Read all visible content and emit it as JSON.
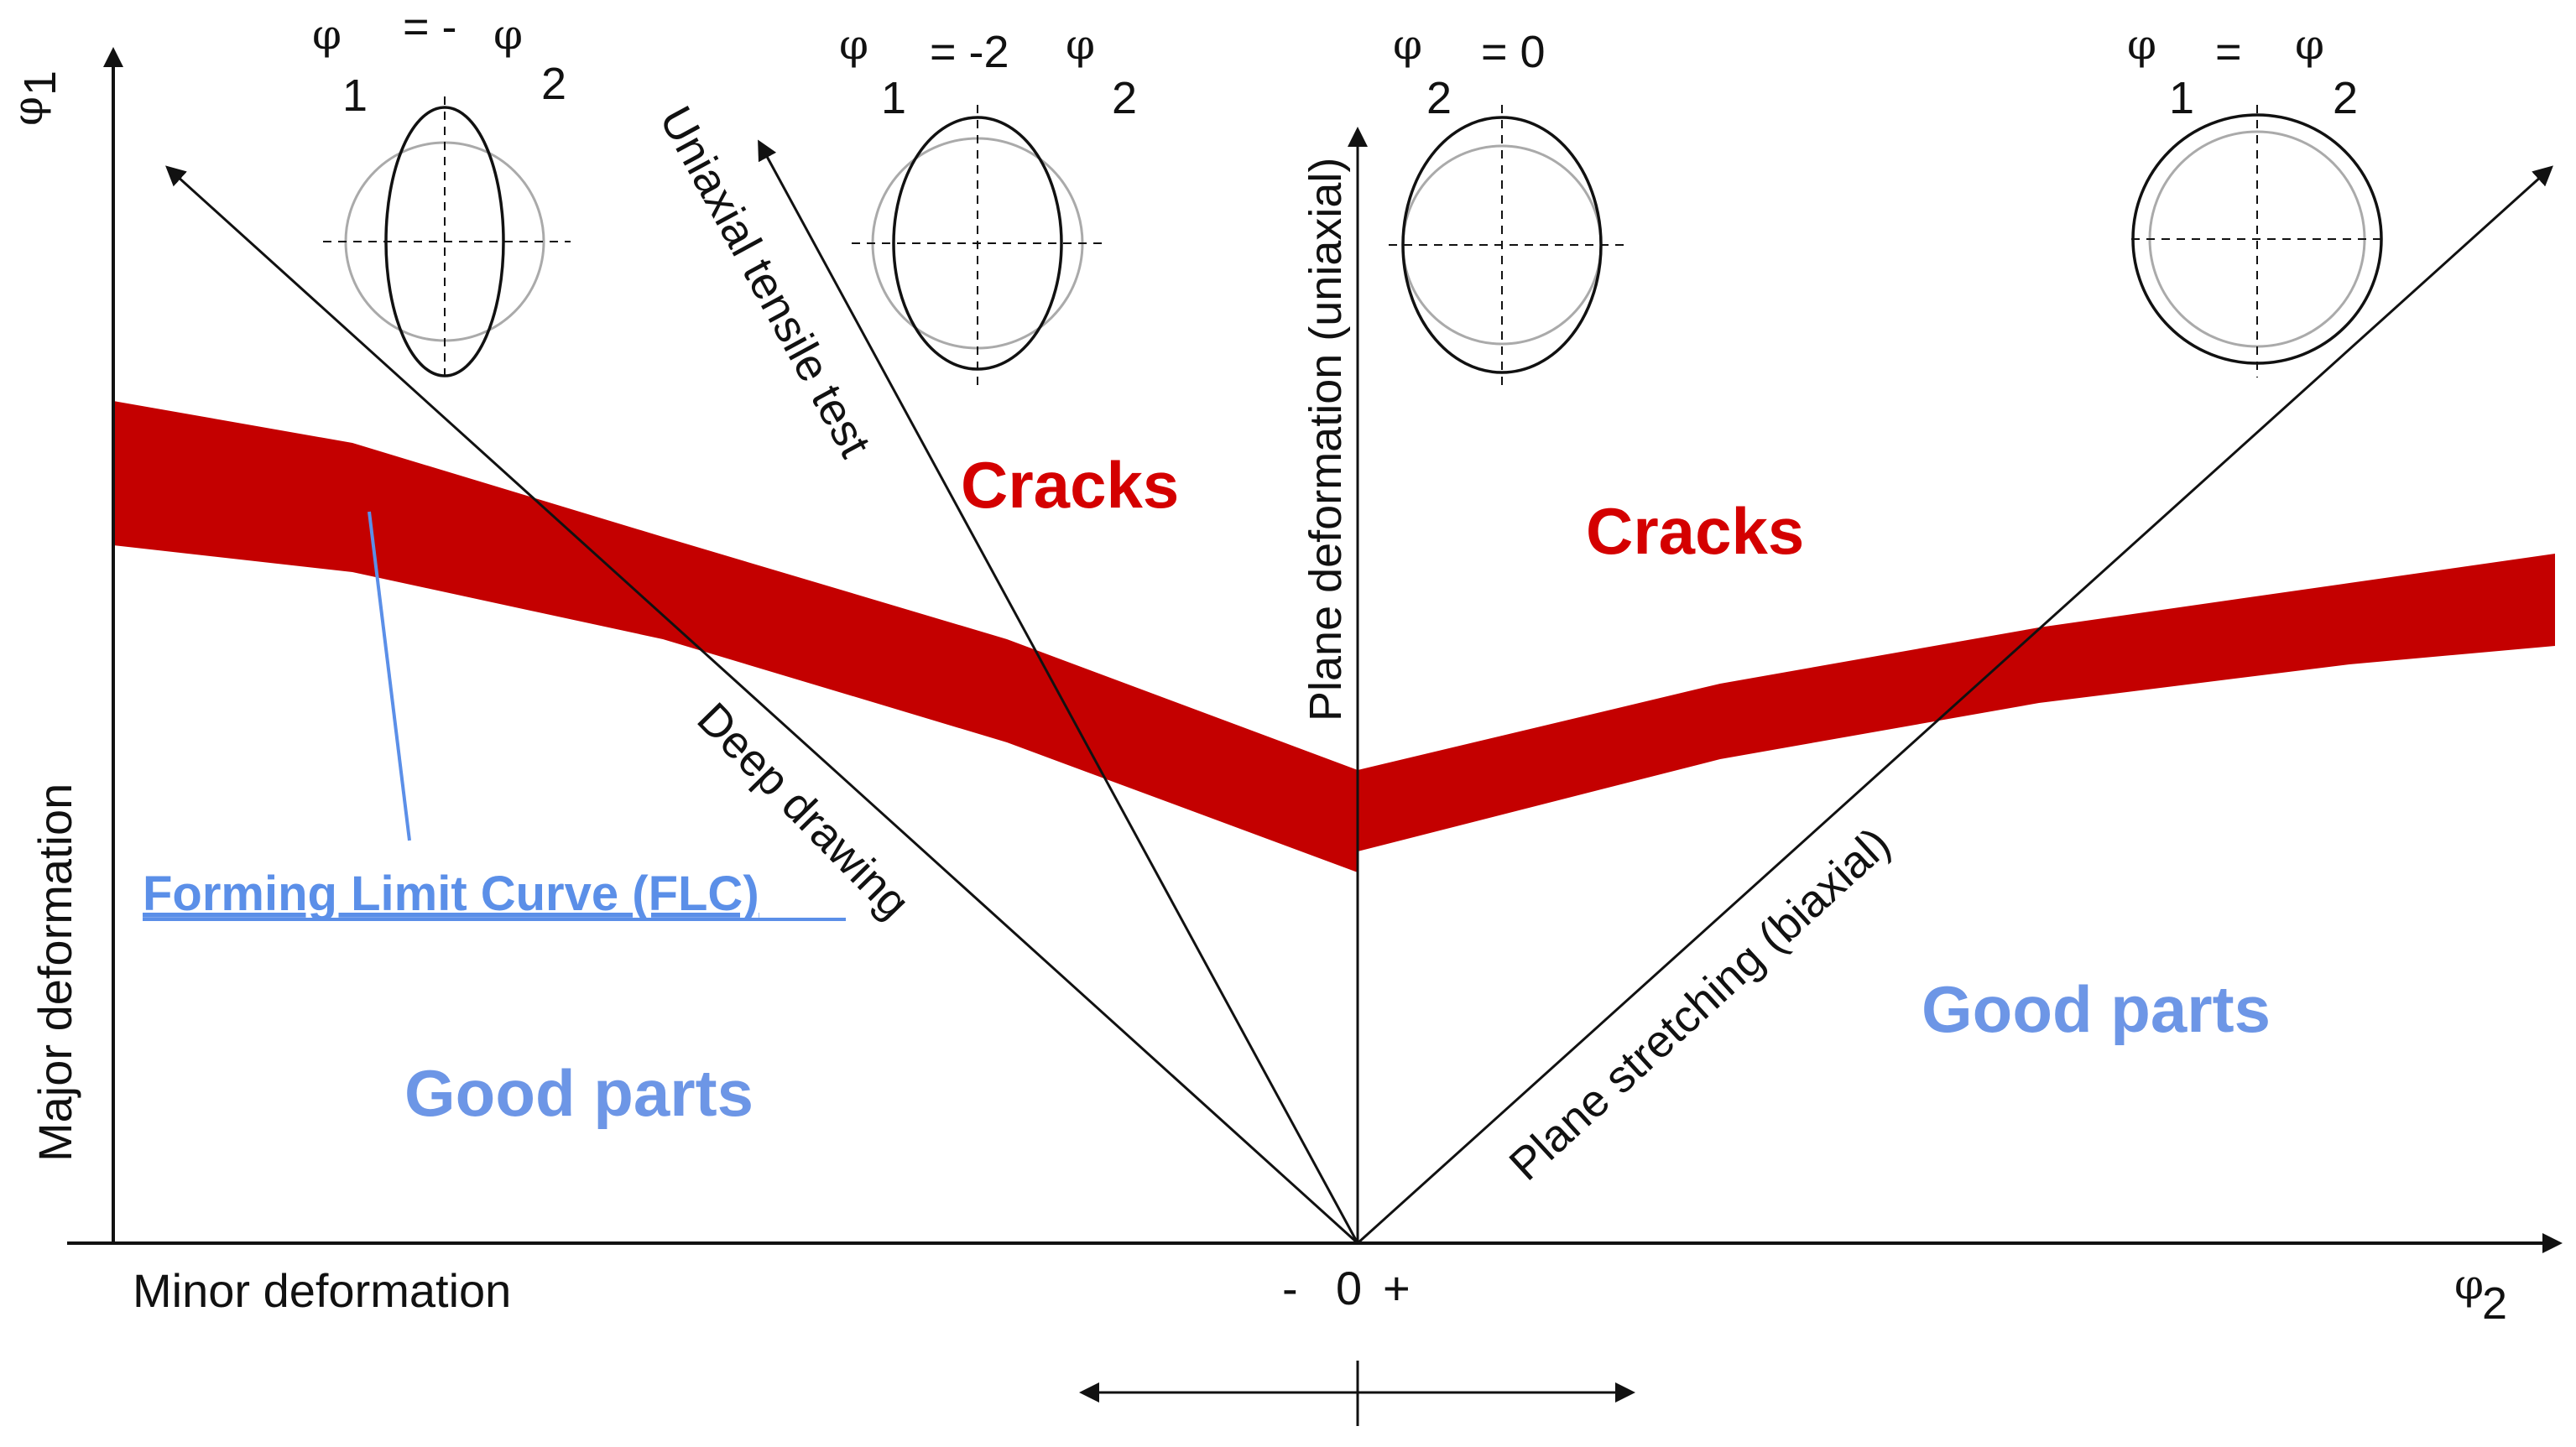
{
  "axes": {
    "y_symbol": "φ",
    "y_subscript": "1",
    "x_symbol": "φ",
    "x_subscript": "2",
    "y_label": "Major deformation",
    "x_label": "Minor deformation",
    "origin_minus": "-",
    "origin_zero": "0",
    "origin_plus": "+"
  },
  "lines": {
    "deep_drawing": "Deep drawing",
    "uniaxial_tensile": "Uniaxial tensile test",
    "plane_deformation": "Plane deformation (uniaxial)",
    "plane_stretching": "Plane stretching (biaxial)"
  },
  "regions": {
    "cracks_left": "Cracks",
    "cracks_right": "Cracks",
    "good_left": "Good parts",
    "good_right": "Good parts"
  },
  "flc_label": "Forming Limit Curve (FLC)",
  "strain_states": [
    {
      "lhs": "φ",
      "lhs_sub": "1",
      "op": "= -",
      "rhs": "φ",
      "rhs_sub": "2"
    },
    {
      "lhs": "φ",
      "lhs_sub": "1",
      "op": "= -2",
      "rhs": "φ",
      "rhs_sub": "2"
    },
    {
      "lhs": "φ",
      "lhs_sub": "2",
      "op": "= 0",
      "rhs": "",
      "rhs_sub": ""
    },
    {
      "lhs": "φ",
      "lhs_sub": "1",
      "op": "=",
      "rhs": "φ",
      "rhs_sub": "2"
    }
  ],
  "colors": {
    "band": "#c40000",
    "cracks_text": "#d40000",
    "good_text": "#6d96e6",
    "flc_text": "#5b8fe8",
    "flc_pointer": "#5b8fe8",
    "lines": "#111111",
    "reference_circle": "#aaaaaa"
  }
}
